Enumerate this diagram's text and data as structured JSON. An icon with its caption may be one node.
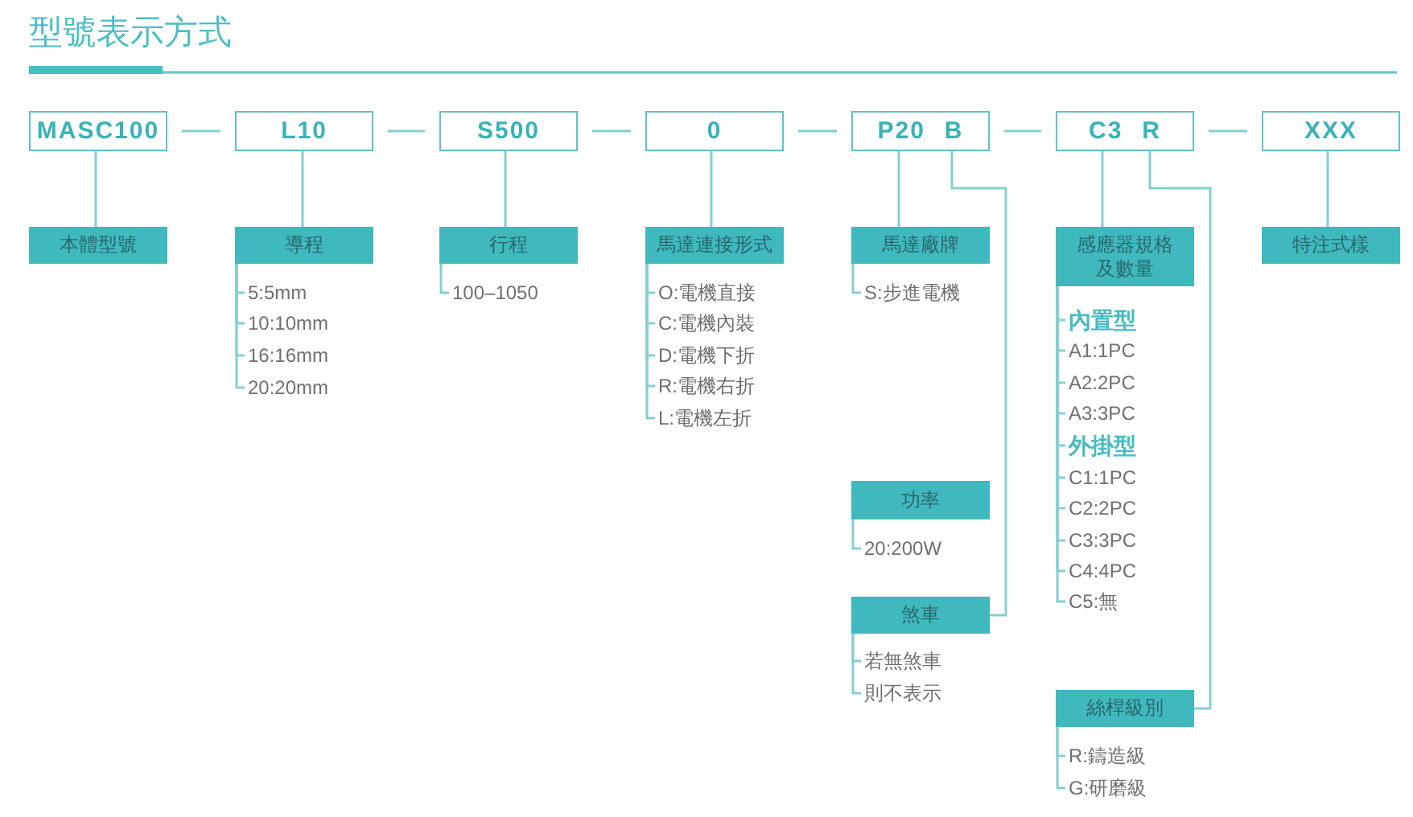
{
  "diagram": {
    "title": "型號表示方式",
    "nodes": [
      {
        "text": [
          "MASC100"
        ]
      },
      {
        "text": [
          "L10"
        ]
      },
      {
        "text": [
          "S500"
        ]
      },
      {
        "text": [
          "0"
        ]
      },
      {
        "text": [
          "P20",
          "B"
        ]
      },
      {
        "text": [
          "C3",
          "R"
        ]
      },
      {
        "text": [
          "XXX"
        ]
      },
      {
        "text": [
          "本體型號"
        ]
      },
      {
        "text": [
          "導程"
        ]
      },
      {
        "text": [
          "5:5mm"
        ]
      },
      {
        "text": [
          "10:10mm"
        ]
      },
      {
        "text": [
          "16:16mm"
        ]
      },
      {
        "text": [
          "20:20mm"
        ]
      },
      {
        "text": [
          "行程"
        ]
      },
      {
        "text": [
          "100–1050"
        ]
      },
      {
        "text": [
          "馬達連接形式"
        ]
      },
      {
        "text": [
          "O:電機直接"
        ]
      },
      {
        "text": [
          "C:電機內裝"
        ]
      },
      {
        "text": [
          "D:電機下折"
        ]
      },
      {
        "text": [
          "R:電機右折"
        ]
      },
      {
        "text": [
          "L:電機左折"
        ]
      },
      {
        "text": [
          "馬達廠牌"
        ]
      },
      {
        "text": [
          "S:步進電機"
        ]
      },
      {
        "text": [
          "功率"
        ]
      },
      {
        "text": [
          "20:200W"
        ]
      },
      {
        "text": [
          "煞車"
        ]
      },
      {
        "text": [
          "若無煞車"
        ]
      },
      {
        "text": [
          "則不表示"
        ]
      },
      {
        "text": [
          "感應器規格及數量"
        ]
      },
      {
        "text": [
          "內置型"
        ]
      },
      {
        "text": [
          "A1:1PC"
        ]
      },
      {
        "text": [
          "A2:2PC"
        ]
      },
      {
        "text": [
          "A3:3PC"
        ]
      },
      {
        "text": [
          "外掛型"
        ]
      },
      {
        "text": [
          "C1:1PC"
        ]
      },
      {
        "text": [
          "C2:2PC"
        ]
      },
      {
        "text": [
          "C3:3PC"
        ]
      },
      {
        "text": [
          "C4:4PC"
        ]
      },
      {
        "text": [
          "C5:無"
        ]
      },
      {
        "text": [
          "絲桿級別"
        ]
      },
      {
        "text": [
          "R:鑄造級"
        ]
      },
      {
        "text": [
          "G:研磨級"
        ]
      },
      {
        "text": [
          "特注式樣"
        ]
      }
    ],
    "edges": [
      {
        "from": 0,
        "to": 1,
        "arrow": "none"
      },
      {
        "from": 1,
        "to": 2,
        "arrow": "none"
      },
      {
        "from": 2,
        "to": 3,
        "arrow": "none"
      },
      {
        "from": 3,
        "to": 4,
        "arrow": "none"
      },
      {
        "from": 4,
        "to": 5,
        "arrow": "none"
      },
      {
        "from": 5,
        "to": 6,
        "arrow": "none"
      },
      {
        "from": 0,
        "to": 7,
        "arrow": "none"
      },
      {
        "from": 1,
        "to": 8,
        "arrow": "none"
      },
      {
        "from": 2,
        "to": 13,
        "arrow": "none"
      },
      {
        "from": 3,
        "to": 15,
        "arrow": "none"
      },
      {
        "from": 4,
        "to": 21,
        "arrow": "none"
      },
      {
        "from": 5,
        "to": 28,
        "arrow": "none"
      },
      {
        "from": 6,
        "to": 42,
        "arrow": "none"
      },
      {
        "from": 4,
        "to": 25,
        "arrow": "none"
      },
      {
        "from": 5,
        "to": 39,
        "arrow": "none"
      },
      {
        "from": 8,
        "to": 9,
        "arrow": "none"
      },
      {
        "from": 8,
        "to": 10,
        "arrow": "none"
      },
      {
        "from": 8,
        "to": 11,
        "arrow": "none"
      },
      {
        "from": 8,
        "to": 12,
        "arrow": "none"
      },
      {
        "from": 13,
        "to": 14,
        "arrow": "none"
      },
      {
        "from": 15,
        "to": 16,
        "arrow": "none"
      },
      {
        "from": 15,
        "to": 17,
        "arrow": "none"
      },
      {
        "from": 15,
        "to": 18,
        "arrow": "none"
      },
      {
        "from": 15,
        "to": 19,
        "arrow": "none"
      },
      {
        "from": 15,
        "to": 20,
        "arrow": "none"
      },
      {
        "from": 21,
        "to": 22,
        "arrow": "none"
      },
      {
        "from": 23,
        "to": 24,
        "arrow": "none"
      },
      {
        "from": 25,
        "to": 26,
        "arrow": "none"
      },
      {
        "from": 25,
        "to": 27,
        "arrow": "none"
      },
      {
        "from": 28,
        "to": 29,
        "arrow": "none"
      },
      {
        "from": 28,
        "to": 30,
        "arrow": "none"
      },
      {
        "from": 28,
        "to": 31,
        "arrow": "none"
      },
      {
        "from": 28,
        "to": 32,
        "arrow": "none"
      },
      {
        "from": 28,
        "to": 33,
        "arrow": "none"
      },
      {
        "from": 28,
        "to": 34,
        "arrow": "none"
      },
      {
        "from": 28,
        "to": 35,
        "arrow": "none"
      },
      {
        "from": 28,
        "to": 36,
        "arrow": "none"
      },
      {
        "from": 28,
        "to": 37,
        "arrow": "none"
      },
      {
        "from": 28,
        "to": 38,
        "arrow": "none"
      },
      {
        "from": 39,
        "to": 40,
        "arrow": "none"
      },
      {
        "from": 39,
        "to": 41,
        "arrow": "none"
      }
    ]
  }
}
